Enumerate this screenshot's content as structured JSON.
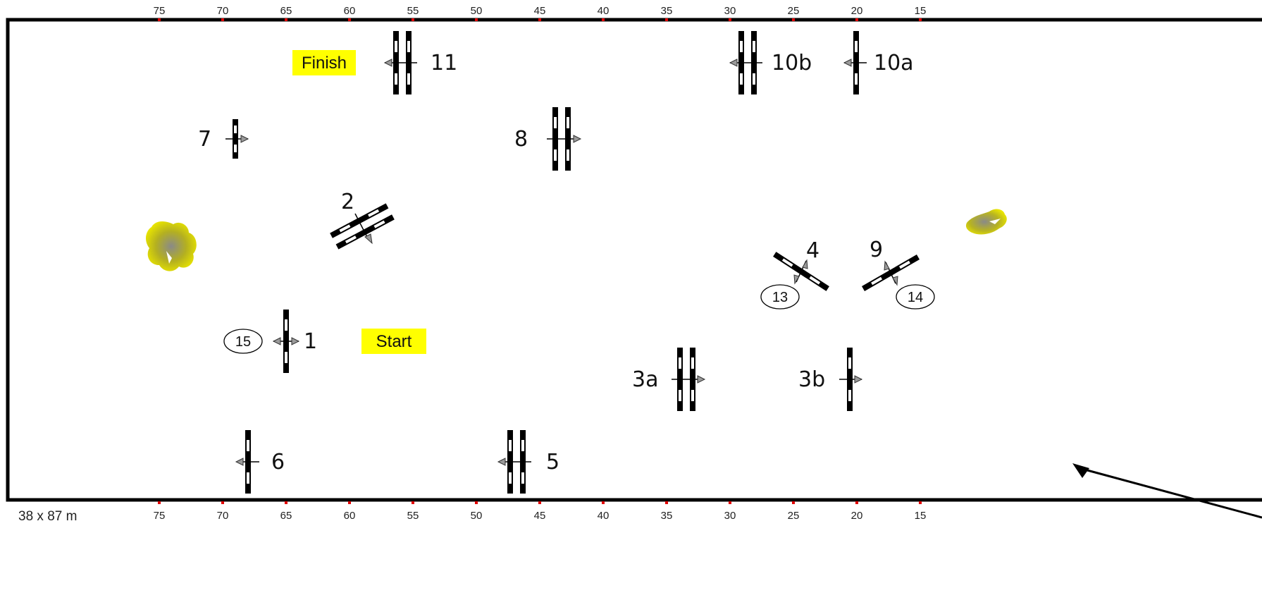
{
  "course": {
    "size_label": "38 x 87 m",
    "start_label": "Start",
    "finish_label": "Finish",
    "highlight_color": "#ffff00",
    "arena_color": "#000000",
    "tick_marker_color": "#e00000",
    "ruler_labels": [
      "75",
      "70",
      "65",
      "60",
      "55",
      "50",
      "45",
      "40",
      "35",
      "30",
      "25",
      "20",
      "15"
    ],
    "obstacles": [
      {
        "id": "1",
        "type": "vertical",
        "label": "1"
      },
      {
        "id": "2",
        "type": "oxer",
        "label": "2"
      },
      {
        "id": "3a",
        "type": "oxer",
        "label": "3a"
      },
      {
        "id": "3b",
        "type": "vertical",
        "label": "3b"
      },
      {
        "id": "4",
        "type": "vertical",
        "label": "4"
      },
      {
        "id": "5",
        "type": "oxer",
        "label": "5"
      },
      {
        "id": "6",
        "type": "vertical",
        "label": "6"
      },
      {
        "id": "7",
        "type": "vertical",
        "label": "7"
      },
      {
        "id": "8",
        "type": "oxer",
        "label": "8"
      },
      {
        "id": "9",
        "type": "vertical",
        "label": "9"
      },
      {
        "id": "10a",
        "type": "vertical",
        "label": "10a"
      },
      {
        "id": "10b",
        "type": "oxer",
        "label": "10b"
      },
      {
        "id": "11",
        "type": "oxer",
        "label": "11"
      }
    ],
    "circled_numbers": [
      "13",
      "14",
      "15"
    ],
    "decorations": [
      "bush-icon",
      "bush-icon",
      "arrow-icon"
    ]
  }
}
